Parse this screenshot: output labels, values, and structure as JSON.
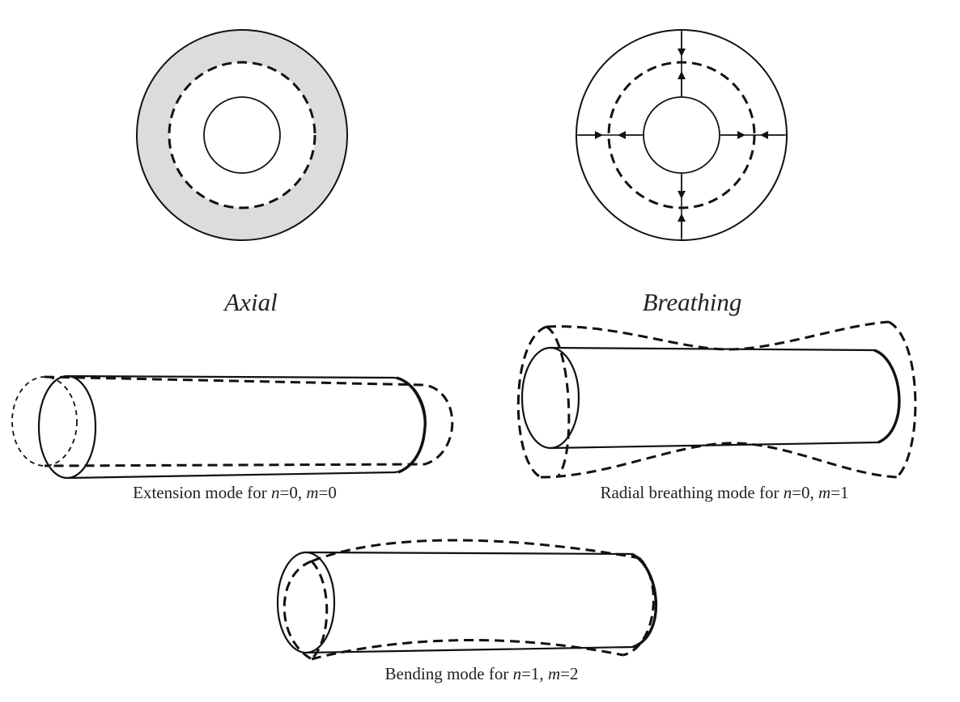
{
  "panels": {
    "axial": {
      "label": "Axial"
    },
    "breathing": {
      "label": "Breathing"
    }
  },
  "captions": {
    "extension": {
      "prefix": "Extension mode for ",
      "n_var": "n",
      "n_val": "=0, ",
      "m_var": "m",
      "m_val": "=0"
    },
    "radial": {
      "prefix": "Radial breathing mode for ",
      "n_var": "n",
      "n_val": "=0, ",
      "m_var": "m",
      "m_val": "=1"
    },
    "bending": {
      "prefix": "Bending mode for ",
      "n_var": "n",
      "n_val": "=1, ",
      "m_var": "m",
      "m_val": "=2"
    }
  },
  "colors": {
    "ring_fill": "#dcdcdc",
    "stroke": "#111111"
  }
}
